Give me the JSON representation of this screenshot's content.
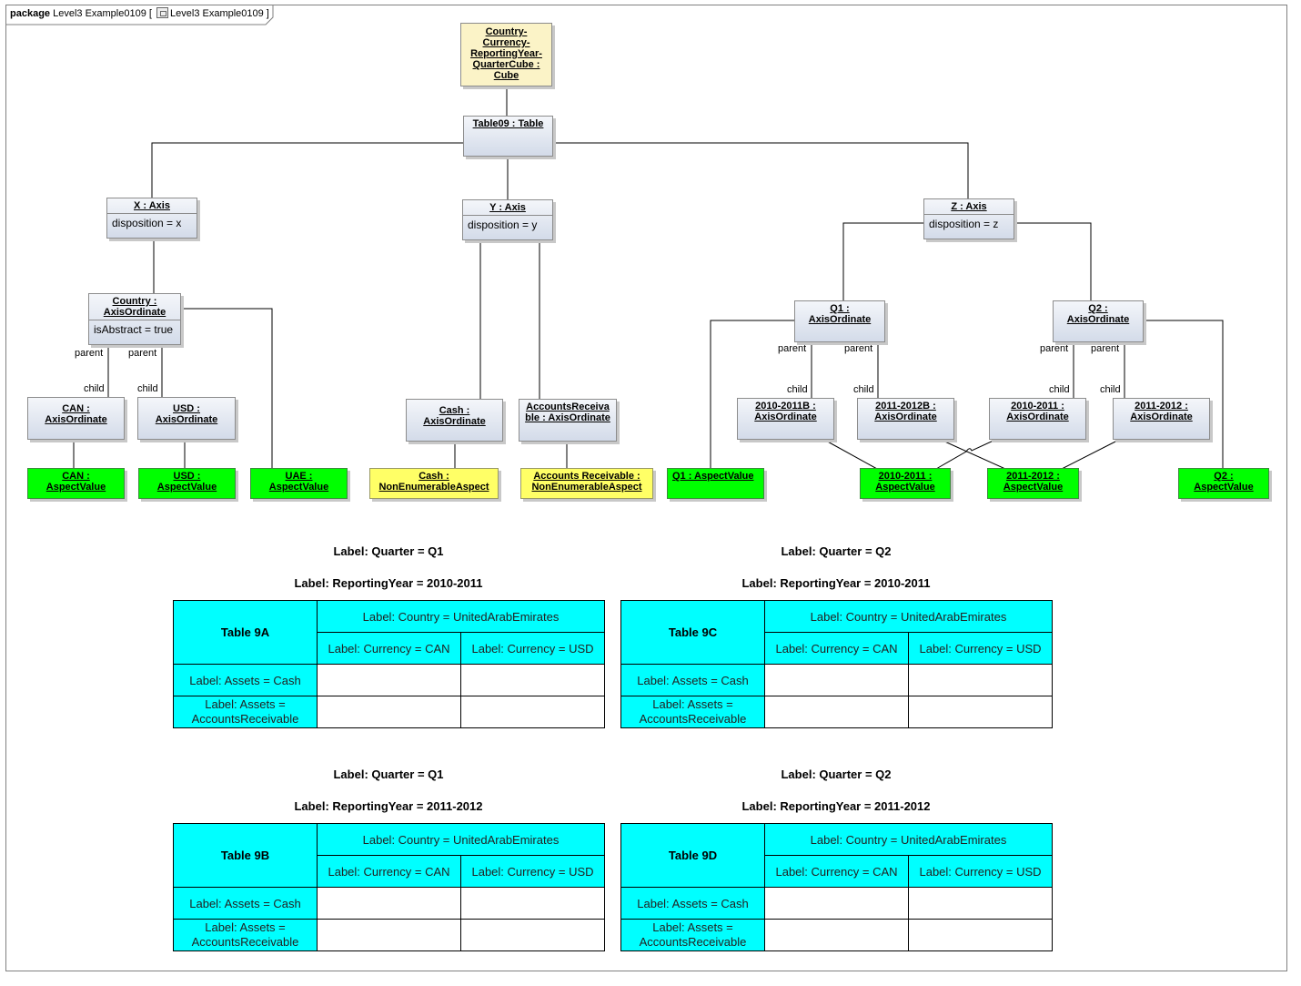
{
  "package": {
    "keyword": "package",
    "name": "Level3 Example0109 [",
    "diagram_name": "Level3 Example0109 ]",
    "icon": "diagram-icon"
  },
  "nodes": {
    "cube": "Country-Currency-ReportingYear-QuarterCube : Cube",
    "table": "Table09 : Table",
    "x_axis": {
      "title": "X : Axis",
      "attr": "disposition = x"
    },
    "y_axis": {
      "title": "Y : Axis",
      "attr": "disposition = y"
    },
    "z_axis": {
      "title": "Z : Axis",
      "attr": "disposition = z"
    },
    "country": {
      "title": "Country : AxisOrdinate",
      "attr": "isAbstract = true"
    },
    "can": "CAN : AxisOrdinate",
    "usd": "USD : AxisOrdinate",
    "cash": "Cash : AxisOrdinate",
    "accounts_receivable": "AccountsReceivable : AxisOrdinate",
    "q1": "Q1 : AxisOrdinate",
    "q2": "Q2 : AxisOrdinate",
    "y2010_2011b": "2010-2011B : AxisOrdinate",
    "y2011_2012b": "2011-2012B : AxisOrdinate",
    "y2010_2011": "2010-2011 : AxisOrdinate",
    "y2011_2012": "2011-2012 : AxisOrdinate",
    "can_value": "CAN : AspectValue",
    "usd_value": "USD : AspectValue",
    "uae_value": "UAE : AspectValue",
    "cash_aspect": "Cash : NonEnumerableAspect",
    "ar_aspect": "Accounts Receivable : NonEnumerableAspect",
    "q1_value": "Q1 : AspectValue",
    "v2010_2011": "2010-2011 : AspectValue",
    "v2011_2012": "2011-2012 : AspectValue",
    "q2_value": "Q2 : AspectValue"
  },
  "edge_labels": {
    "parent": "parent",
    "child": "child"
  },
  "tables": [
    {
      "quarter": "Label: Quarter = Q1",
      "year": "Label: ReportingYear = 2010-2011",
      "name": "Table 9A",
      "country": "Label: Country = UnitedArabEmirates",
      "currencies": [
        "Label: Currency = CAN",
        "Label: Currency = USD"
      ],
      "rows": [
        "Label: Assets = Cash",
        "Label: Assets = AccountsReceivable"
      ]
    },
    {
      "quarter": "Label: Quarter = Q2",
      "year": "Label: ReportingYear = 2010-2011",
      "name": "Table 9C",
      "country": "Label: Country = UnitedArabEmirates",
      "currencies": [
        "Label: Currency = CAN",
        "Label: Currency = USD"
      ],
      "rows": [
        "Label: Assets = Cash",
        "Label: Assets = AccountsReceivable"
      ]
    },
    {
      "quarter": "Label: Quarter = Q1",
      "year": "Label: ReportingYear = 2011-2012",
      "name": "Table 9B",
      "country": "Label: Country = UnitedArabEmirates",
      "currencies": [
        "Label: Currency = CAN",
        "Label: Currency = USD"
      ],
      "rows": [
        "Label: Assets = Cash",
        "Label: Assets = AccountsReceivable"
      ]
    },
    {
      "quarter": "Label: Quarter = Q2",
      "year": "Label: ReportingYear = 2011-2012",
      "name": "Table 9D",
      "country": "Label: Country = UnitedArabEmirates",
      "currencies": [
        "Label: Currency = CAN",
        "Label: Currency = USD"
      ],
      "rows": [
        "Label: Assets = Cash",
        "Label: Assets = AccountsReceivable"
      ]
    }
  ]
}
